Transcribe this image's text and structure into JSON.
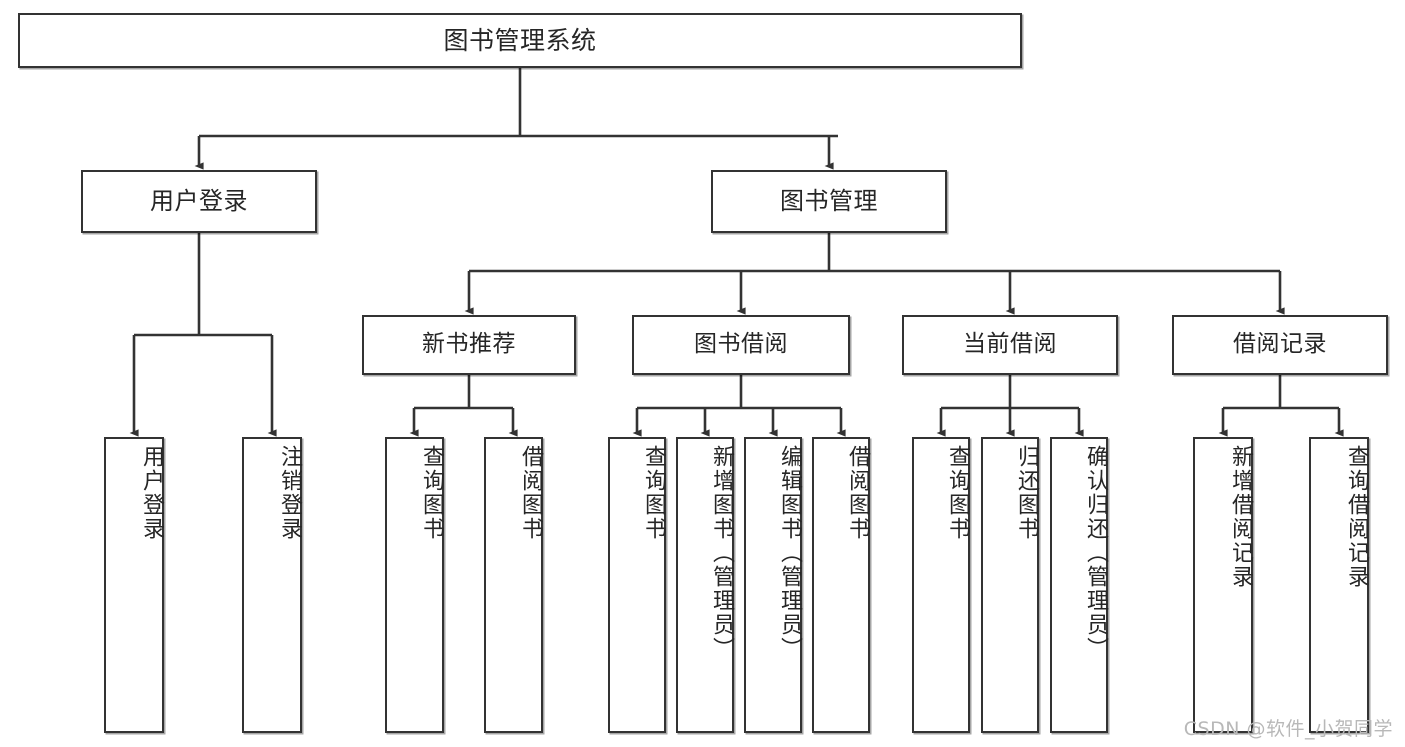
{
  "diagram": {
    "title": "图书管理系统",
    "type": "tree-hierarchy",
    "watermark": "CSDN @软件_小贺同学",
    "colors": {
      "stroke": "#333333",
      "node_fill": "#ffffff",
      "text": "#262626",
      "background": "#ffffff",
      "watermark": "#b8b8b8"
    },
    "nodes": {
      "root": {
        "label": "图书管理系统",
        "level": 0,
        "orientation": "horizontal"
      },
      "user_login": {
        "label": "用户登录",
        "level": 1,
        "orientation": "horizontal"
      },
      "book_manage": {
        "label": "图书管理",
        "level": 1,
        "orientation": "horizontal"
      },
      "new_book_rec": {
        "label": "新书推荐",
        "level": 2,
        "orientation": "horizontal"
      },
      "book_borrow": {
        "label": "图书借阅",
        "level": 2,
        "orientation": "horizontal"
      },
      "current_borrow": {
        "label": "当前借阅",
        "level": 2,
        "orientation": "horizontal"
      },
      "borrow_record": {
        "label": "借阅记录",
        "level": 2,
        "orientation": "horizontal"
      },
      "leaf_user_login": {
        "label": "用户登录",
        "level": 3,
        "orientation": "vertical"
      },
      "leaf_logout": {
        "label": "注销登录",
        "level": 3,
        "orientation": "vertical"
      },
      "leaf_query_book_1": {
        "label": "查询图书",
        "level": 3,
        "orientation": "vertical"
      },
      "leaf_borrow_book_1": {
        "label": "借阅图书",
        "level": 3,
        "orientation": "vertical"
      },
      "leaf_query_book_2": {
        "label": "查询图书",
        "level": 3,
        "orientation": "vertical"
      },
      "leaf_add_book": {
        "label": "新增图书（管理员）",
        "level": 3,
        "orientation": "vertical"
      },
      "leaf_edit_book": {
        "label": "编辑图书（管理员）",
        "level": 3,
        "orientation": "vertical"
      },
      "leaf_borrow_book_2": {
        "label": "借阅图书",
        "level": 3,
        "orientation": "vertical"
      },
      "leaf_query_book_3": {
        "label": "查询图书",
        "level": 3,
        "orientation": "vertical"
      },
      "leaf_return_book": {
        "label": "归还图书",
        "level": 3,
        "orientation": "vertical"
      },
      "leaf_confirm_return": {
        "label": "确认归还（管理员）",
        "level": 3,
        "orientation": "vertical"
      },
      "leaf_add_record": {
        "label": "新增借阅记录",
        "level": 3,
        "orientation": "vertical"
      },
      "leaf_query_record": {
        "label": "查询借阅记录",
        "level": 3,
        "orientation": "vertical"
      }
    },
    "edges": [
      {
        "from": "root",
        "to": "user_login"
      },
      {
        "from": "root",
        "to": "book_manage"
      },
      {
        "from": "book_manage",
        "to": "new_book_rec"
      },
      {
        "from": "book_manage",
        "to": "book_borrow"
      },
      {
        "from": "book_manage",
        "to": "current_borrow"
      },
      {
        "from": "book_manage",
        "to": "borrow_record"
      },
      {
        "from": "user_login",
        "to": "leaf_user_login"
      },
      {
        "from": "user_login",
        "to": "leaf_logout"
      },
      {
        "from": "new_book_rec",
        "to": "leaf_query_book_1"
      },
      {
        "from": "new_book_rec",
        "to": "leaf_borrow_book_1"
      },
      {
        "from": "book_borrow",
        "to": "leaf_query_book_2"
      },
      {
        "from": "book_borrow",
        "to": "leaf_add_book"
      },
      {
        "from": "book_borrow",
        "to": "leaf_edit_book"
      },
      {
        "from": "book_borrow",
        "to": "leaf_borrow_book_2"
      },
      {
        "from": "current_borrow",
        "to": "leaf_query_book_3"
      },
      {
        "from": "current_borrow",
        "to": "leaf_return_book"
      },
      {
        "from": "current_borrow",
        "to": "leaf_confirm_return"
      },
      {
        "from": "borrow_record",
        "to": "leaf_add_record"
      },
      {
        "from": "borrow_record",
        "to": "leaf_query_record"
      }
    ]
  }
}
